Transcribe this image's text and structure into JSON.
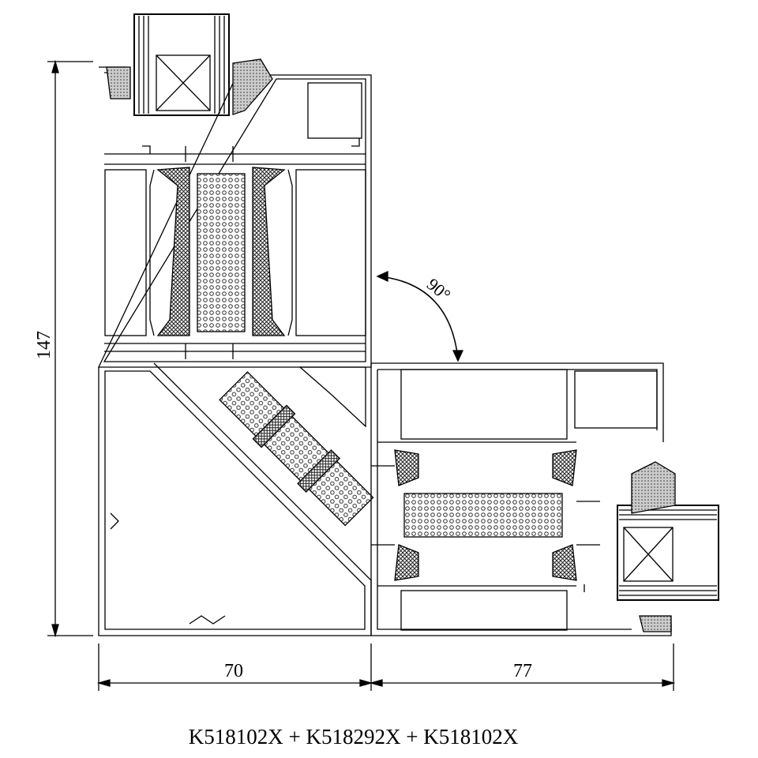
{
  "drawing": {
    "dimensions": {
      "height": "147",
      "left_width": "70",
      "right_width": "77",
      "angle": "90°"
    },
    "caption": "K518102X + K518292X + K518102X",
    "colors": {
      "line": "#000000",
      "background": "#ffffff",
      "insulation": "#555555"
    }
  }
}
